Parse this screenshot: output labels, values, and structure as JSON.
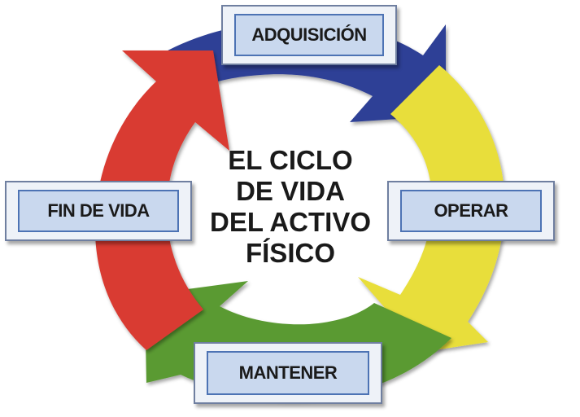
{
  "diagram": {
    "center_title_lines": [
      "EL  CICLO",
      "DE VIDA",
      "DEL ACTIVO",
      "FÍSICO"
    ],
    "stages": {
      "adquisicion": {
        "label": "ADQUISICIÓN",
        "arrow_color": "#2e3f96"
      },
      "operar": {
        "label": "OPERAR",
        "arrow_color": "#e8de3a"
      },
      "mantener": {
        "label": "MANTENER",
        "arrow_color": "#5a9a32"
      },
      "fin_de_vida": {
        "label": "FIN DE VIDA",
        "arrow_color": "#d93a33"
      }
    }
  }
}
